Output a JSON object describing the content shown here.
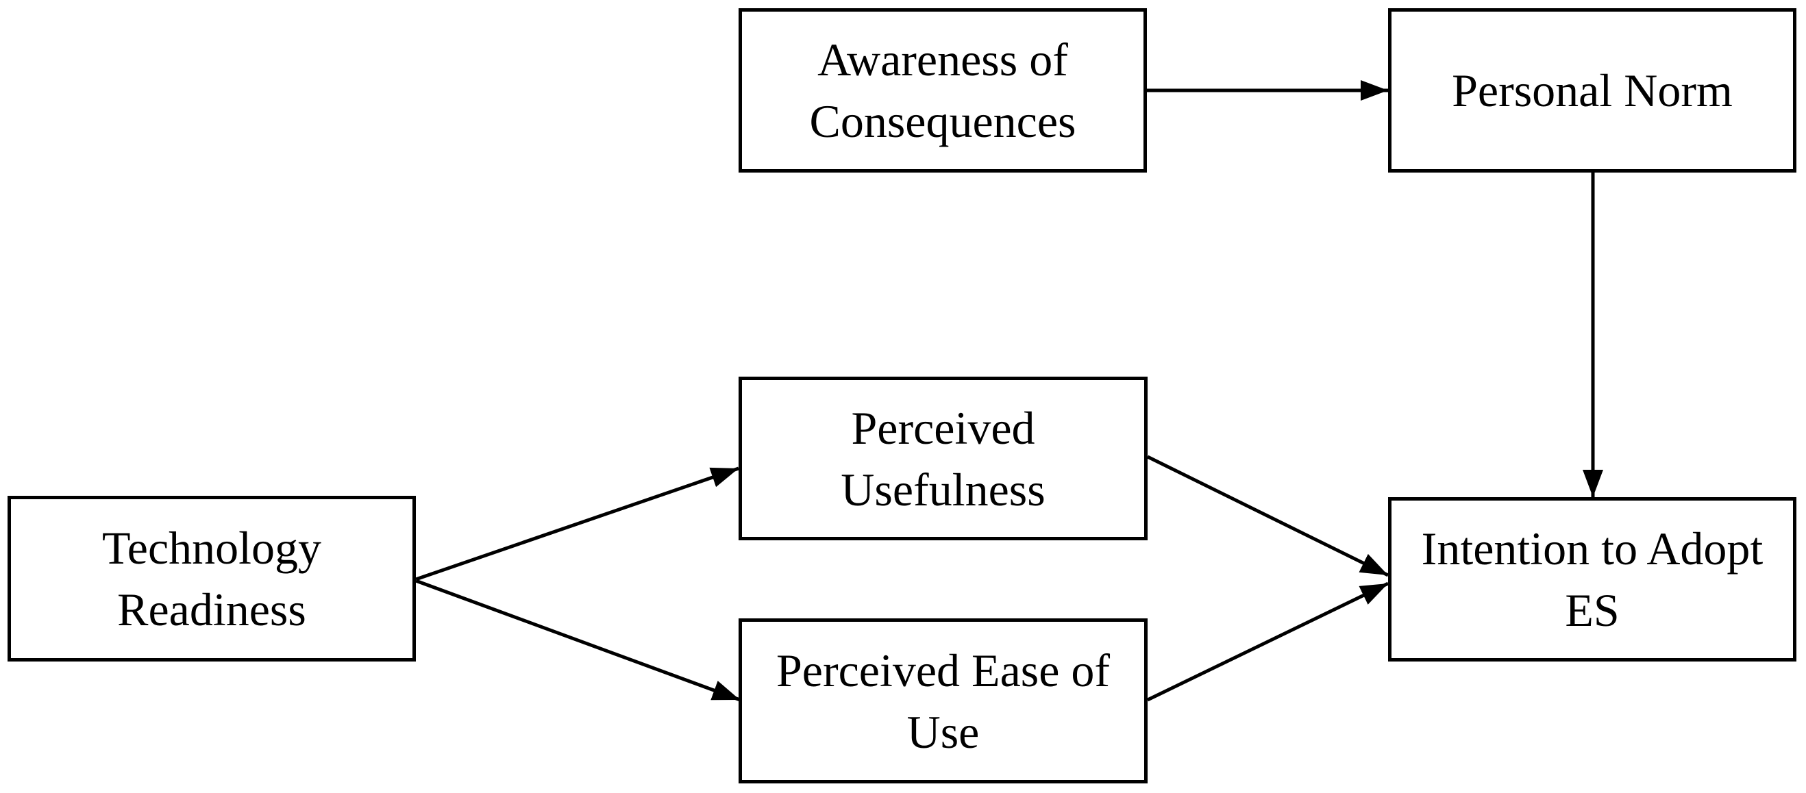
{
  "diagram": {
    "type": "concept-model",
    "colors": {
      "line": "#000000",
      "text": "#000000",
      "background": "#ffffff"
    },
    "nodes": [
      {
        "id": "awareness-of-consequences",
        "label": "Awareness of Consequences"
      },
      {
        "id": "personal-norm",
        "label": "Personal Norm"
      },
      {
        "id": "technology-readiness",
        "label": "Technology Readiness"
      },
      {
        "id": "perceived-usefulness",
        "label": "Perceived Usefulness"
      },
      {
        "id": "perceived-ease-of-use",
        "label": "Perceived Ease of Use"
      },
      {
        "id": "intention-to-adopt-es",
        "label": "Intention to Adopt ES"
      }
    ],
    "edges": [
      {
        "from": "awareness-of-consequences",
        "to": "personal-norm",
        "style": "arrow"
      },
      {
        "from": "personal-norm",
        "to": "intention-to-adopt-es",
        "style": "arrow"
      },
      {
        "from": "technology-readiness",
        "to": "perceived-usefulness",
        "style": "arrow"
      },
      {
        "from": "technology-readiness",
        "to": "perceived-ease-of-use",
        "style": "arrow"
      },
      {
        "from": "perceived-usefulness",
        "to": "intention-to-adopt-es",
        "style": "arrow"
      },
      {
        "from": "perceived-ease-of-use",
        "to": "intention-to-adopt-es",
        "style": "arrow"
      }
    ]
  }
}
